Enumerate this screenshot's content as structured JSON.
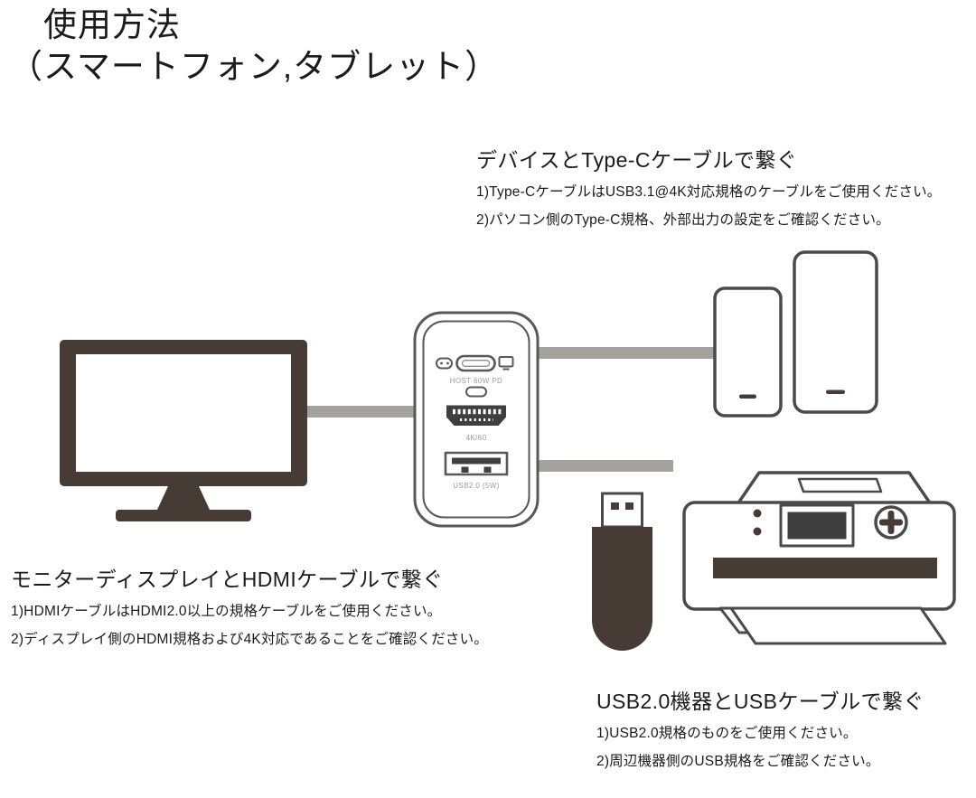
{
  "page": {
    "title_line1": "使用方法",
    "title_line2": "（スマートフォン,タブレット）"
  },
  "sections": {
    "typec": {
      "heading": "デバイスとType-Cケーブルで繋ぐ",
      "notes": [
        "1)Type-CケーブルはUSB3.1@4K対応規格のケーブルをご使用ください。",
        "2)パソコン側のType-C規格、外部出力の設定をご確認ください。"
      ]
    },
    "hdmi": {
      "heading": "モニターディスプレイとHDMIケーブルで繋ぐ",
      "notes": [
        "1)HDMIケーブルはHDMI2.0以上の規格ケーブルをご使用ください。",
        "2)ディスプレイ側のHDMI規格および4K対応であることをご確認ください。"
      ]
    },
    "usb": {
      "heading": "USB2.0機器とUSBケーブルで繋ぐ",
      "notes": [
        "1)USB2.0規格のものをご使用ください。",
        "2)周辺機器側のUSB規格をご確認ください。"
      ]
    }
  },
  "hub": {
    "typec_label": "HOST 60W PD",
    "hdmi_label": "4K/60",
    "usb_label": "USB2.0 (5W)"
  },
  "colors": {
    "dark": "#473b36",
    "line": "#585858",
    "line2": "#4a4a4a",
    "cable": "#a5a19d",
    "portdark": "#3f3f3f",
    "labelgray": "#9b9b9b"
  }
}
